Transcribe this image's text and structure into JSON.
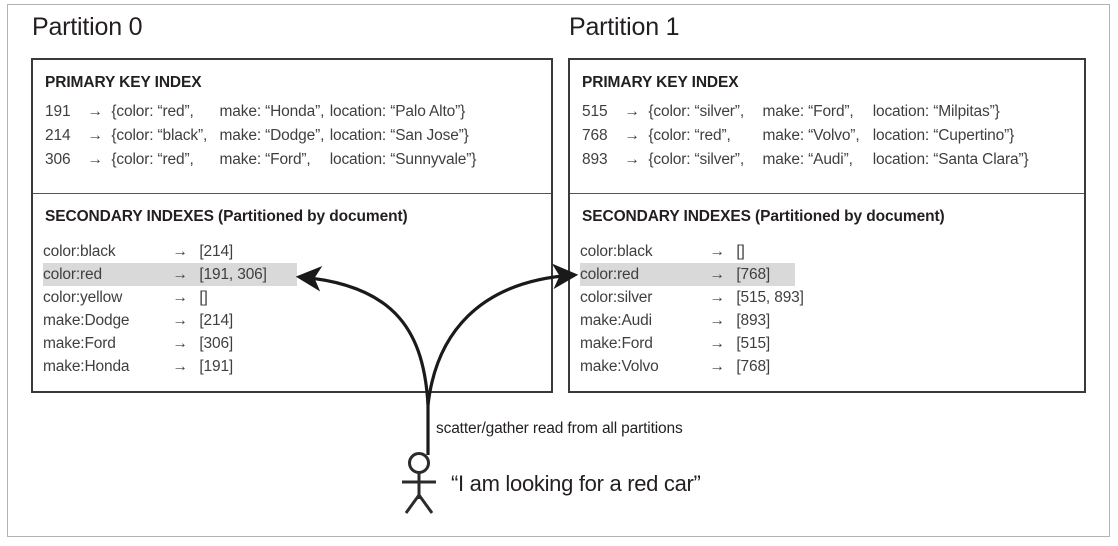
{
  "diagram": {
    "caption": "scatter/gather read from all partitions",
    "user_quote": "“I am looking for a red car”",
    "highlight_color": "#d9d9d9",
    "border_color": "#3a3a3a",
    "arrow_symbol": "→"
  },
  "partitions": [
    {
      "title": "Partition 0",
      "primary_index": {
        "heading": "PRIMARY KEY INDEX",
        "rows": [
          {
            "id": "191",
            "arrow": "→",
            "color": "{color: “red”,",
            "make": "make: “Honda”,",
            "location": "location: “Palo Alto”}"
          },
          {
            "id": "214",
            "arrow": "→",
            "color": "{color: “black”,",
            "make": "make: “Dodge”,",
            "location": "location: “San Jose”}"
          },
          {
            "id": "306",
            "arrow": "→",
            "color": "{color: “red”,",
            "make": "make: “Ford”,",
            "location": "location: “Sunnyvale”}"
          }
        ]
      },
      "secondary_index": {
        "heading": "SECONDARY INDEXES (Partitioned by document)",
        "rows": [
          {
            "term": "color:black",
            "arrow": "→",
            "posting": "[214]",
            "highlighted": false
          },
          {
            "term": "color:red",
            "arrow": "→",
            "posting": "[191, 306]",
            "highlighted": true
          },
          {
            "term": "color:yellow",
            "arrow": "→",
            "posting": "[]",
            "highlighted": false
          },
          {
            "term": "make:Dodge",
            "arrow": "→",
            "posting": "[214]",
            "highlighted": false
          },
          {
            "term": "make:Ford",
            "arrow": "→",
            "posting": "[306]",
            "highlighted": false
          },
          {
            "term": "make:Honda",
            "arrow": "→",
            "posting": "[191]",
            "highlighted": false
          }
        ]
      }
    },
    {
      "title": "Partition 1",
      "primary_index": {
        "heading": "PRIMARY KEY INDEX",
        "rows": [
          {
            "id": "515",
            "arrow": "→",
            "color": "{color: “silver”,",
            "make": "make: “Ford”,",
            "location": "location: “Milpitas”}"
          },
          {
            "id": "768",
            "arrow": "→",
            "color": "{color: “red”,",
            "make": "make: “Volvo”,",
            "location": "location: “Cupertino”}"
          },
          {
            "id": "893",
            "arrow": "→",
            "color": "{color: “silver”,",
            "make": "make: “Audi”,",
            "location": "location: “Santa Clara”}"
          }
        ]
      },
      "secondary_index": {
        "heading": "SECONDARY INDEXES (Partitioned by document)",
        "rows": [
          {
            "term": "color:black",
            "arrow": "→",
            "posting": "[]",
            "highlighted": false
          },
          {
            "term": "color:red",
            "arrow": "→",
            "posting": "[768]",
            "highlighted": true
          },
          {
            "term": "color:silver",
            "arrow": "→",
            "posting": "[515, 893]",
            "highlighted": false
          },
          {
            "term": "make:Audi",
            "arrow": "→",
            "posting": "[893]",
            "highlighted": false
          },
          {
            "term": "make:Ford",
            "arrow": "→",
            "posting": "[515]",
            "highlighted": false
          },
          {
            "term": "make:Volvo",
            "arrow": "→",
            "posting": "[768]",
            "highlighted": false
          }
        ]
      }
    }
  ]
}
